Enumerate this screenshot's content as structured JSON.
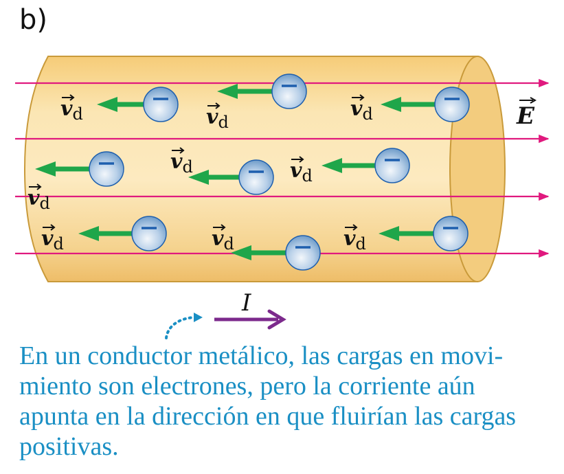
{
  "panel_label": "b)",
  "field_label": "E",
  "current_label": "I",
  "drift_label": {
    "symbol": "v",
    "subscript": "d"
  },
  "caption_lines": [
    "En un conductor metálico, las cargas en movi-",
    "miento son electrones, pero la corriente aún",
    "apunta en la dirección en que fluirían las cargas",
    "positivas."
  ],
  "colors": {
    "conductor_fill": "#f9dc9a",
    "conductor_stroke": "#c99a3a",
    "field_lines": "#e0197e",
    "drift_arrows": "#1fa64a",
    "electron": "#a9c6e6",
    "electron_sign": "#1e5fae",
    "current_arrow": "#7c2a8c",
    "caption": "#1a8fc4"
  }
}
